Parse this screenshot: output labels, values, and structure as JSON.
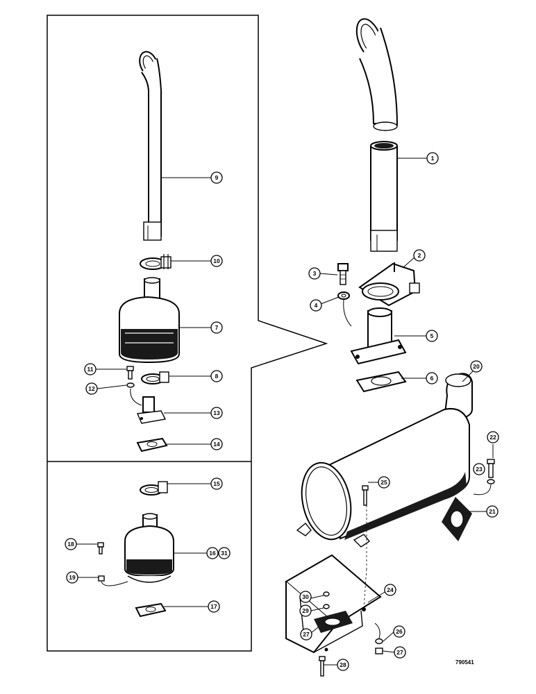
{
  "figure": {
    "reference_code": "790541"
  },
  "callouts": [
    {
      "id": "c1",
      "label": "1"
    },
    {
      "id": "c2",
      "label": "2"
    },
    {
      "id": "c3",
      "label": "3"
    },
    {
      "id": "c4",
      "label": "4"
    },
    {
      "id": "c5",
      "label": "5"
    },
    {
      "id": "c6",
      "label": "6"
    },
    {
      "id": "c7",
      "label": "7"
    },
    {
      "id": "c8",
      "label": "8"
    },
    {
      "id": "c9",
      "label": "9"
    },
    {
      "id": "c10",
      "label": "10"
    },
    {
      "id": "c11",
      "label": "11"
    },
    {
      "id": "c12",
      "label": "12"
    },
    {
      "id": "c13",
      "label": "13"
    },
    {
      "id": "c14",
      "label": "14"
    },
    {
      "id": "c15",
      "label": "15"
    },
    {
      "id": "c16",
      "label": "16"
    },
    {
      "id": "c31",
      "label": "31"
    },
    {
      "id": "c17",
      "label": "17"
    },
    {
      "id": "c18",
      "label": "18"
    },
    {
      "id": "c19",
      "label": "19"
    },
    {
      "id": "c20",
      "label": "20"
    },
    {
      "id": "c21",
      "label": "21"
    },
    {
      "id": "c22",
      "label": "22"
    },
    {
      "id": "c23",
      "label": "23"
    },
    {
      "id": "c24",
      "label": "24"
    },
    {
      "id": "c25",
      "label": "25"
    },
    {
      "id": "c26",
      "label": "26"
    },
    {
      "id": "c27",
      "label": "27"
    },
    {
      "id": "c27b",
      "label": "27"
    },
    {
      "id": "c28",
      "label": "28"
    },
    {
      "id": "c29",
      "label": "29"
    },
    {
      "id": "c30",
      "label": "30"
    }
  ]
}
